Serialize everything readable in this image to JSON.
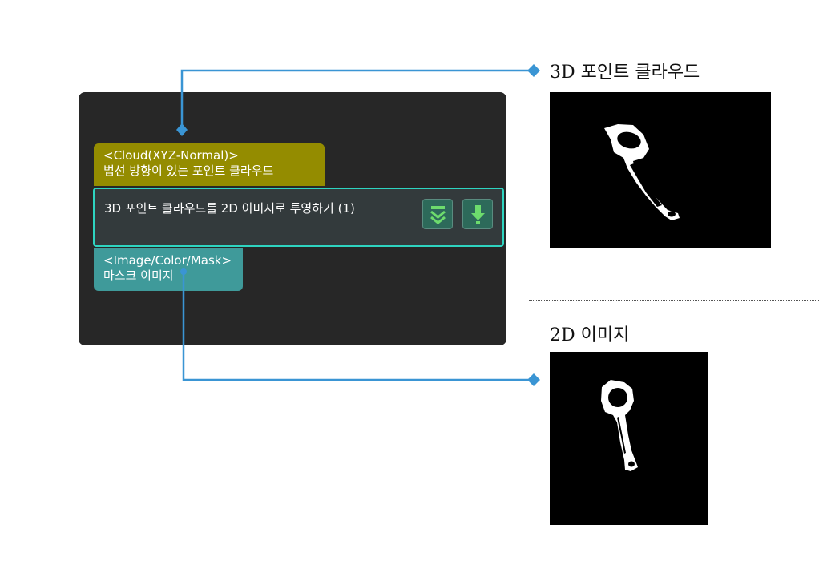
{
  "colors": {
    "panel_bg": "#272727",
    "input_port_bg": "#948c00",
    "output_port_bg": "#3f9a9a",
    "node_border": "#2ed4c0",
    "connector": "#3a95d4",
    "button_icon": "#6ddc6d"
  },
  "node": {
    "input_port": {
      "type": "<Cloud(XYZ-Normal)>",
      "description": "법선 방향이 있는 포인트 클라우드"
    },
    "title": "3D 포인트 클라우드를 2D 이미지로 투영하기 (1)",
    "buttons": [
      {
        "name": "collapse-button",
        "icon": "chevrons-down-icon"
      },
      {
        "name": "download-button",
        "icon": "download-arrow-icon"
      }
    ],
    "output_port": {
      "type": "<Image/Color/Mask>",
      "description": "마스크 이미지"
    }
  },
  "previews": {
    "top": {
      "caption": "3D 포인트 클라우드",
      "content": "white connecting-rod silhouette on black"
    },
    "bottom": {
      "caption": "2D 이미지",
      "content": "white connecting-rod mask on black"
    }
  }
}
